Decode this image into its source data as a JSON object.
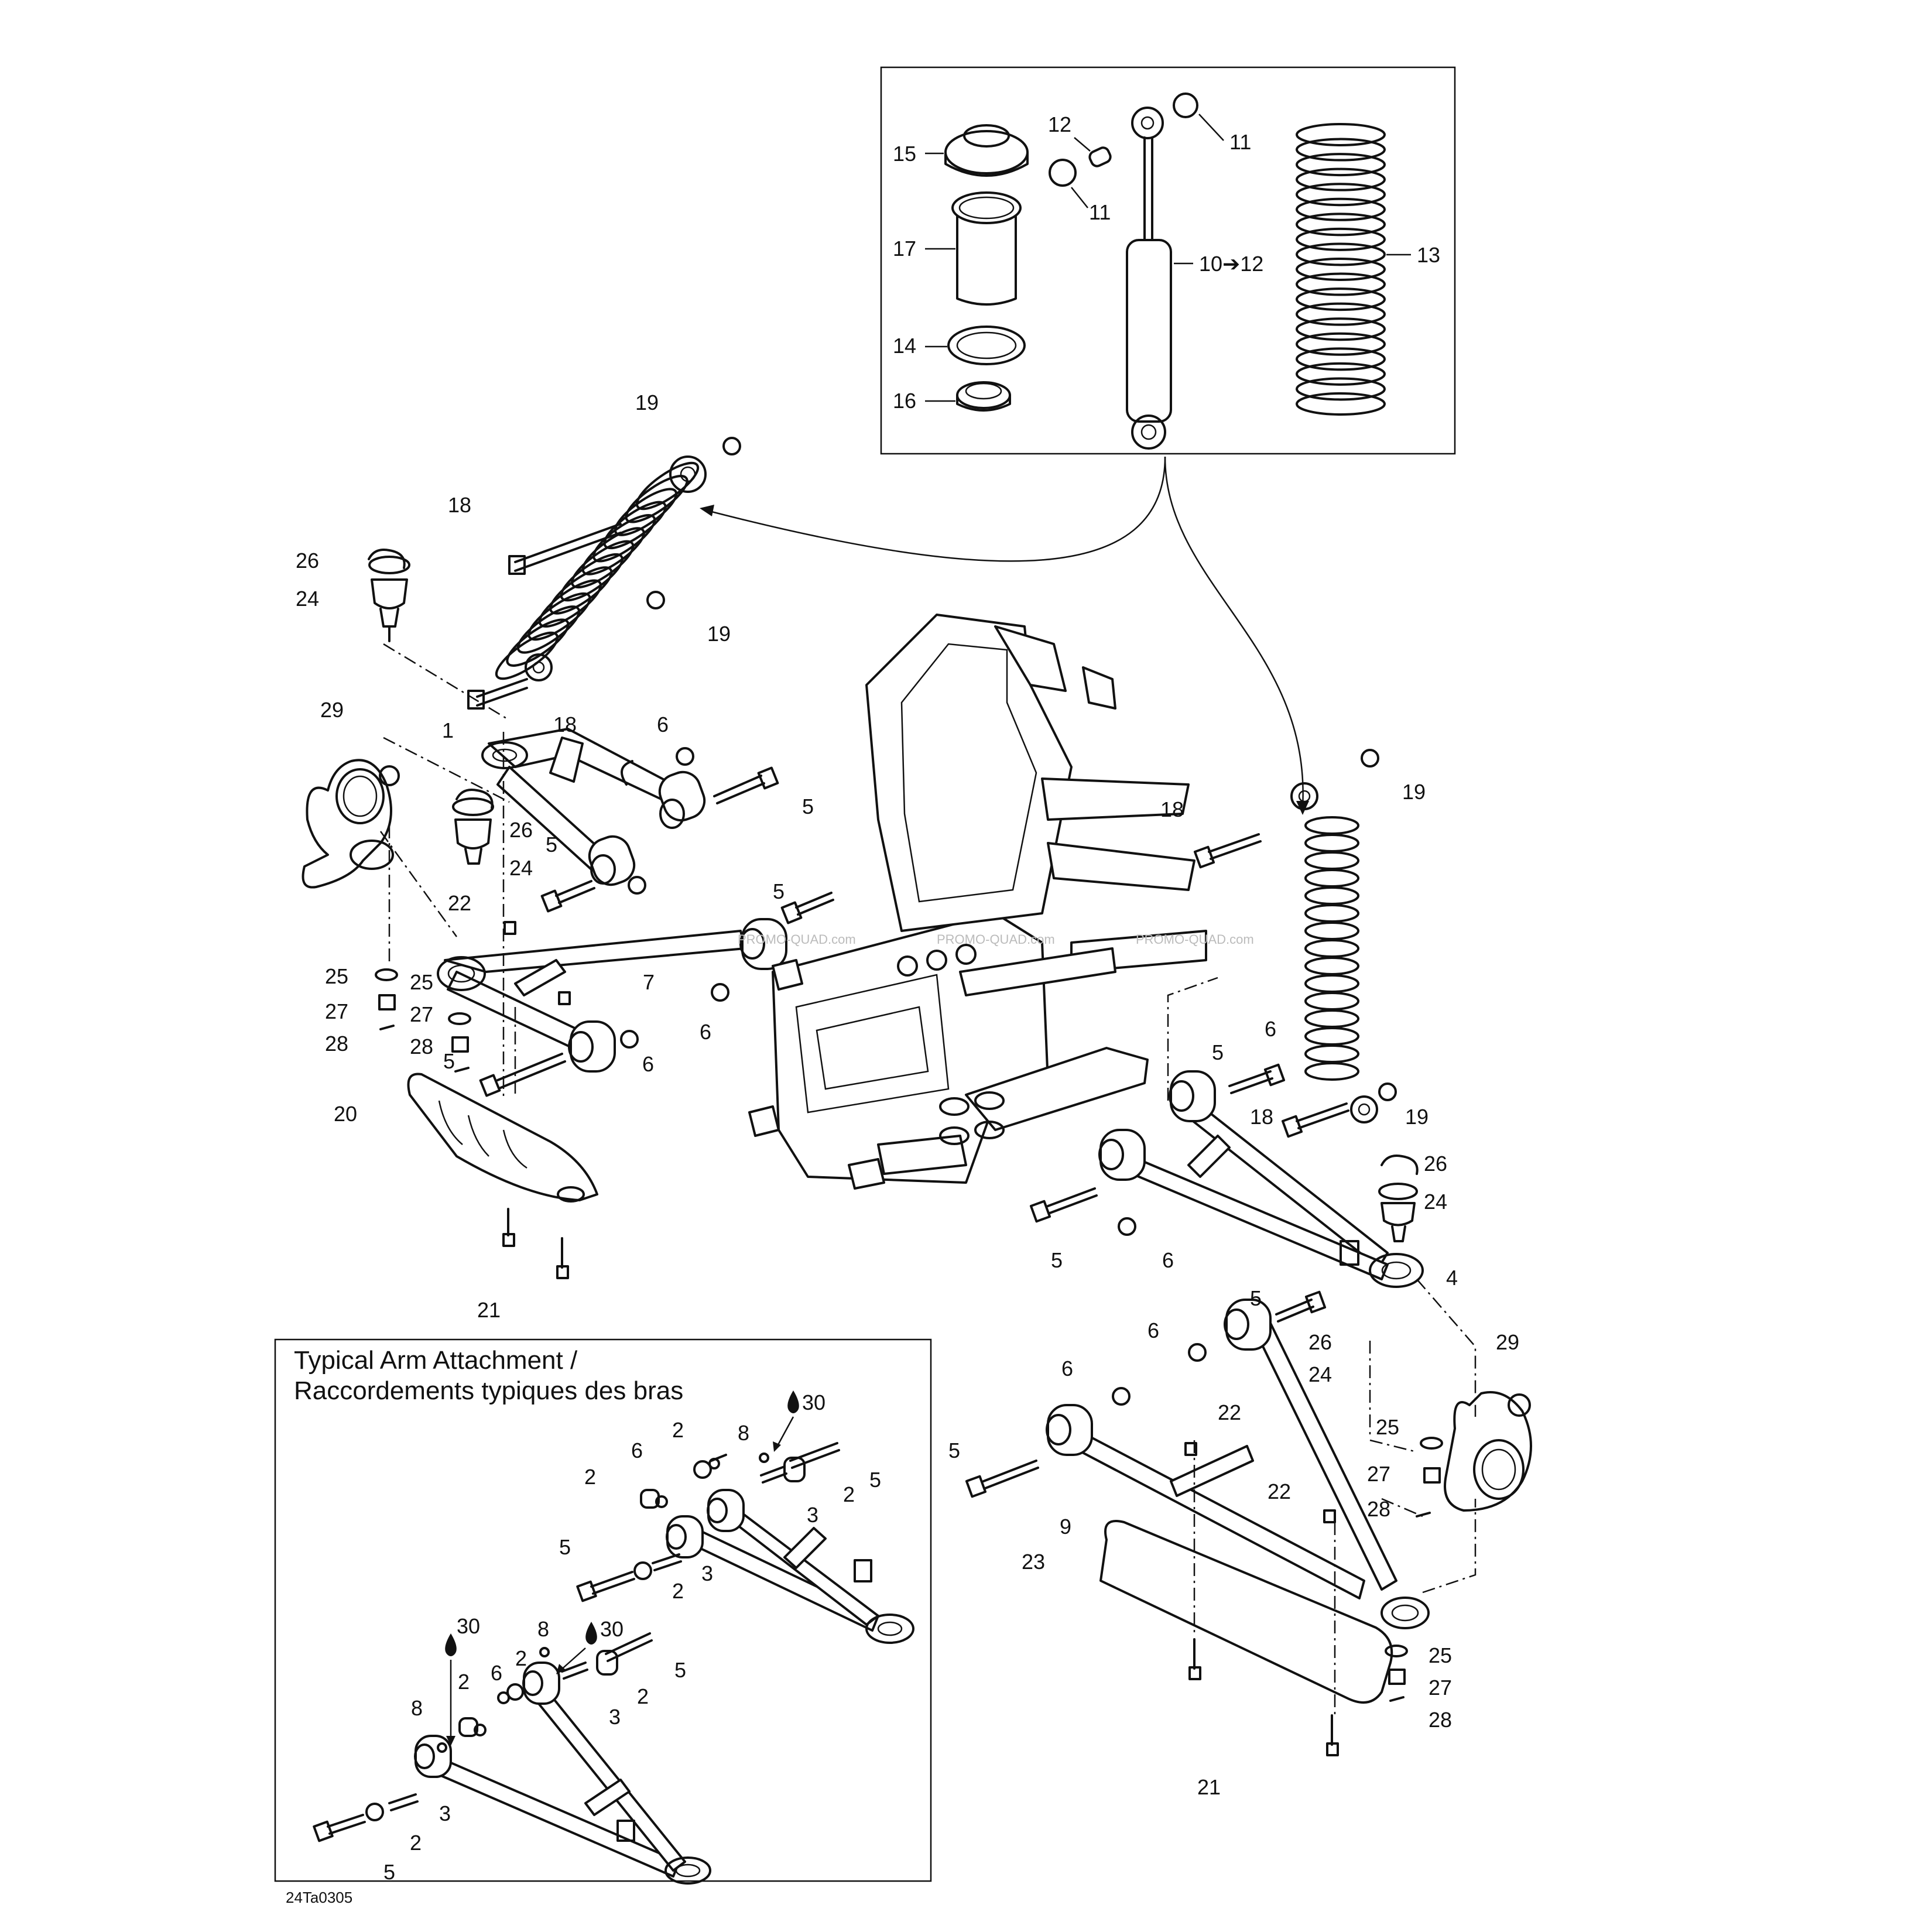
{
  "inset_title_line1": "Typical Arm Attachment /",
  "inset_title_line2": "Raccordements typiques des bras",
  "figure_code": "24Ta0305",
  "watermark": "PROMO-QUAD.com",
  "callouts": [
    {
      "id": "c15",
      "text": "15"
    },
    {
      "id": "c17",
      "text": "17"
    },
    {
      "id": "c14",
      "text": "14"
    },
    {
      "id": "c16",
      "text": "16"
    },
    {
      "id": "c12a",
      "text": "12"
    },
    {
      "id": "c11a",
      "text": "11"
    },
    {
      "id": "c11b",
      "text": "11"
    },
    {
      "id": "c10",
      "text": "10➔12"
    },
    {
      "id": "c13",
      "text": "13"
    },
    {
      "id": "c19a",
      "text": "19"
    },
    {
      "id": "c18a",
      "text": "18"
    },
    {
      "id": "c26a",
      "text": "26"
    },
    {
      "id": "c24a",
      "text": "24"
    },
    {
      "id": "c19b",
      "text": "19"
    },
    {
      "id": "c18b",
      "text": "18"
    },
    {
      "id": "c29a",
      "text": "29"
    },
    {
      "id": "c1",
      "text": "1"
    },
    {
      "id": "c6a",
      "text": "6"
    },
    {
      "id": "c5a",
      "text": "5"
    },
    {
      "id": "c26b",
      "text": "26"
    },
    {
      "id": "c24b",
      "text": "24"
    },
    {
      "id": "c5b",
      "text": "5"
    },
    {
      "id": "c5c",
      "text": "5"
    },
    {
      "id": "c22a",
      "text": "22"
    },
    {
      "id": "c25a",
      "text": "25"
    },
    {
      "id": "c27a",
      "text": "27"
    },
    {
      "id": "c28a",
      "text": "28"
    },
    {
      "id": "c7",
      "text": "7"
    },
    {
      "id": "c25b",
      "text": "25"
    },
    {
      "id": "c27b",
      "text": "27"
    },
    {
      "id": "c28b",
      "text": "28"
    },
    {
      "id": "c6b",
      "text": "6"
    },
    {
      "id": "c6c",
      "text": "6"
    },
    {
      "id": "c5d",
      "text": "5"
    },
    {
      "id": "c20",
      "text": "20"
    },
    {
      "id": "c21a",
      "text": "21"
    },
    {
      "id": "c19c",
      "text": "19"
    },
    {
      "id": "c18c",
      "text": "18"
    },
    {
      "id": "c6d",
      "text": "6"
    },
    {
      "id": "c5e",
      "text": "5"
    },
    {
      "id": "c18d",
      "text": "18"
    },
    {
      "id": "c19d",
      "text": "19"
    },
    {
      "id": "c26c",
      "text": "26"
    },
    {
      "id": "c24c",
      "text": "24"
    },
    {
      "id": "c5f",
      "text": "5"
    },
    {
      "id": "c6e",
      "text": "6"
    },
    {
      "id": "c4",
      "text": "4"
    },
    {
      "id": "c5g",
      "text": "5"
    },
    {
      "id": "c6f",
      "text": "6"
    },
    {
      "id": "c26d",
      "text": "26"
    },
    {
      "id": "c24d",
      "text": "24"
    },
    {
      "id": "c29b",
      "text": "29"
    },
    {
      "id": "c6g",
      "text": "6"
    },
    {
      "id": "c22b",
      "text": "22"
    },
    {
      "id": "c5h",
      "text": "5"
    },
    {
      "id": "c25c",
      "text": "25"
    },
    {
      "id": "c27c",
      "text": "27"
    },
    {
      "id": "c28c",
      "text": "28"
    },
    {
      "id": "c22c",
      "text": "22"
    },
    {
      "id": "c9",
      "text": "9"
    },
    {
      "id": "c23",
      "text": "23"
    },
    {
      "id": "c25d",
      "text": "25"
    },
    {
      "id": "c27d",
      "text": "27"
    },
    {
      "id": "c28d",
      "text": "28"
    },
    {
      "id": "c21b",
      "text": "21"
    },
    {
      "id": "i30a",
      "text": "30"
    },
    {
      "id": "i8a",
      "text": "8"
    },
    {
      "id": "i2a",
      "text": "2"
    },
    {
      "id": "i6a",
      "text": "6"
    },
    {
      "id": "i2b",
      "text": "2"
    },
    {
      "id": "i5a",
      "text": "5"
    },
    {
      "id": "i2c",
      "text": "2"
    },
    {
      "id": "i3a",
      "text": "3"
    },
    {
      "id": "i5b",
      "text": "5"
    },
    {
      "id": "i3b",
      "text": "3"
    },
    {
      "id": "i2d",
      "text": "2"
    },
    {
      "id": "i30b",
      "text": "30"
    },
    {
      "id": "i8b",
      "text": "8"
    },
    {
      "id": "i30c",
      "text": "30"
    },
    {
      "id": "i2e",
      "text": "2"
    },
    {
      "id": "i6b",
      "text": "6"
    },
    {
      "id": "i5c",
      "text": "5"
    },
    {
      "id": "i8c",
      "text": "8"
    },
    {
      "id": "i2f",
      "text": "2"
    },
    {
      "id": "i3c",
      "text": "3"
    },
    {
      "id": "i2g",
      "text": "2"
    },
    {
      "id": "i3d",
      "text": "3"
    },
    {
      "id": "i2h",
      "text": "2"
    },
    {
      "id": "i5d",
      "text": "5"
    }
  ]
}
